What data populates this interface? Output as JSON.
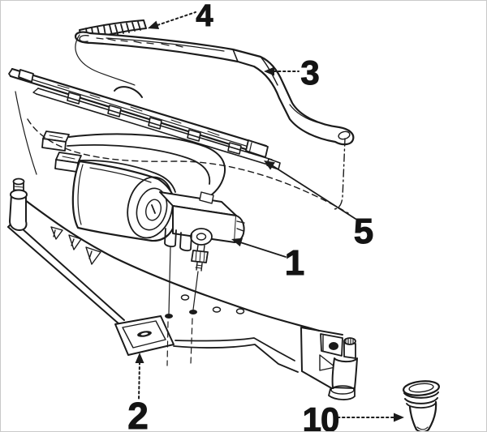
{
  "diagram": {
    "kind": "exploded-parts-line-drawing",
    "colors": {
      "background": "#ffffff",
      "line": "#1b1b1b",
      "label": "#141414",
      "border": "#c9c9c9"
    }
  },
  "callouts": [
    {
      "label": "1",
      "part": "wiper-motor"
    },
    {
      "label": "2",
      "part": "mounting-frame-tab"
    },
    {
      "label": "3",
      "part": "wiper-arm"
    },
    {
      "label": "4",
      "part": "wiper-blade-insert"
    },
    {
      "label": "5",
      "part": "wiper-blade-assembly"
    },
    {
      "label": "10",
      "part": "washer-hose-elbow"
    }
  ]
}
